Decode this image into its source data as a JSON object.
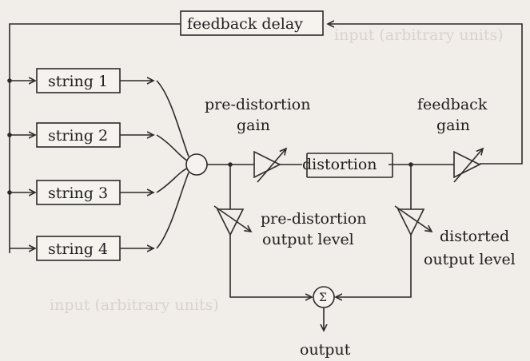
{
  "background_text": {
    "top": "input (arbitrary units)",
    "bottom": "input (arbitrary units)"
  },
  "nodes": {
    "feedback_delay": "feedback delay",
    "strings": [
      "string 1",
      "string 2",
      "string 3",
      "string 4"
    ],
    "distortion": "distortion",
    "sum_symbol": "Σ",
    "output": "output"
  },
  "labels": {
    "pre_distortion_gain_1": "pre-distortion",
    "pre_distortion_gain_2": "gain",
    "feedback_gain_1": "feedback",
    "feedback_gain_2": "gain",
    "pre_distortion_output_1": "pre-distortion",
    "pre_distortion_output_2": "output level",
    "distorted_output_1": "distorted",
    "distorted_output_2": "output level"
  }
}
